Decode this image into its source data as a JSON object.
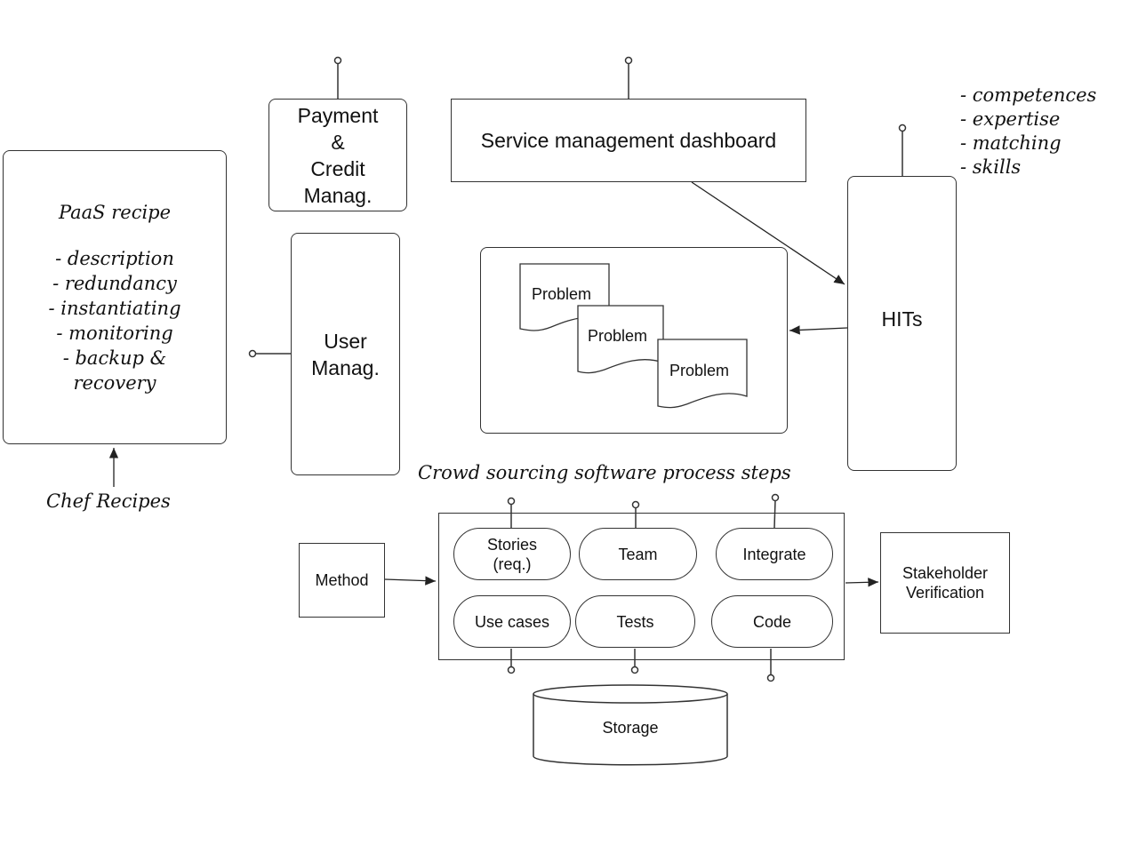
{
  "paas_recipe": {
    "title": "PaaS recipe",
    "items": [
      "- description",
      "- redundancy",
      "- instantiating",
      "- monitoring",
      "- backup &",
      "recovery"
    ]
  },
  "chef_recipes": "Chef Recipes",
  "payment": [
    "Payment",
    "&",
    "Credit",
    "Manag."
  ],
  "user_manag": [
    "User",
    "Manag."
  ],
  "dashboard": "Service management dashboard",
  "problems": [
    "Problem",
    "Problem",
    "Problem"
  ],
  "hits": {
    "label": "HITs",
    "notes": [
      "- competences",
      "- expertise",
      "- matching",
      "- skills"
    ]
  },
  "process": {
    "title": "Crowd sourcing software process steps",
    "steps_row1": [
      "Stories\n(req.)",
      "Team",
      "Integrate"
    ],
    "steps_row2": [
      "Use cases",
      "Tests",
      "Code"
    ]
  },
  "method": "Method",
  "stakeholder": [
    "Stakeholder",
    "Verification"
  ],
  "storage": "Storage"
}
